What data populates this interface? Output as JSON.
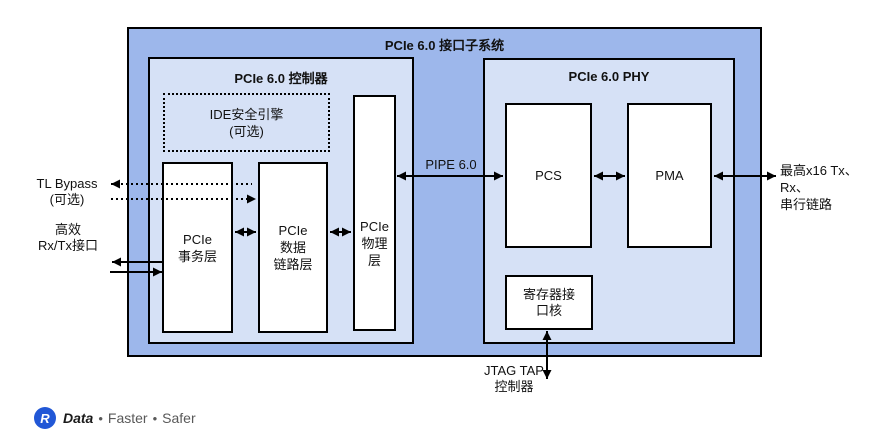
{
  "colors": {
    "outer_fill": "#9DB7EB",
    "panel_fill": "#D6E1F6",
    "box_fill": "#FFFFFF",
    "border": "#000000",
    "logo_blue": "#2157D6",
    "footer_gray": "#595959"
  },
  "diagram": {
    "outer_title": "PCIe 6.0 接口子系统",
    "controller": {
      "title": "PCIe 6.0 控制器",
      "ide_engine": {
        "line1": "IDE安全引擎",
        "line2": "(可选)"
      },
      "transaction_layer": {
        "line1": "PCIe",
        "line2": "事务层"
      },
      "data_link_layer": {
        "line1": "PCIe",
        "line2": "数据",
        "line3": "链路层"
      },
      "physical_layer": {
        "line1": "PCIe",
        "line2": "物理",
        "line3": "层"
      }
    },
    "phy": {
      "title": "PCIe 6.0 PHY",
      "pcs": "PCS",
      "pma": "PMA",
      "register_core": {
        "line1": "寄存器接",
        "line2": "口核"
      }
    },
    "labels": {
      "pipe": "PIPE 6.0",
      "tl_bypass": {
        "line1": "TL Bypass",
        "line2": "(可选)"
      },
      "rxtx": {
        "line1": "高效",
        "line2": "Rx/Tx接口"
      },
      "serial": {
        "line1": "最高x16 Tx、Rx、",
        "line2": "串行链路"
      },
      "jtag": {
        "line1": "JTAG TAP",
        "line2": "控制器"
      }
    }
  },
  "footer": {
    "logo_letter": "R",
    "word1": "Data",
    "separator": "•",
    "word2": "Faster",
    "word3": "Safer"
  }
}
